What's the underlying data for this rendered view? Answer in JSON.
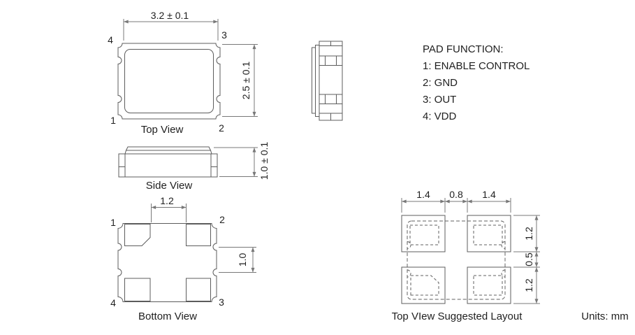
{
  "units_label": "Units: mm",
  "pad_function": {
    "title": "PAD FUNCTION:",
    "items": [
      "1: ENABLE CONTROL",
      "2: GND",
      "3: OUT",
      "4: VDD"
    ]
  },
  "views": {
    "top": {
      "label": "Top View",
      "width_dim": "3.2 ± 0.1",
      "height_dim": "2.5 ± 0.1",
      "pins": {
        "tl": "4",
        "tr": "3",
        "bl": "1",
        "br": "2"
      }
    },
    "side": {
      "label": "Side View",
      "height_dim": "1.0 ± 0.1"
    },
    "bottom": {
      "label": "Bottom View",
      "dim_horizontal": "1.2",
      "dim_vertical": "1.0",
      "pins": {
        "tl": "1",
        "tr": "2",
        "bl": "4",
        "br": "3"
      }
    },
    "layout": {
      "label": "Top VIew Suggested Layout",
      "dims_top": [
        "1.4",
        "0.8",
        "1.4"
      ],
      "dims_right": [
        "1.2",
        "0.5",
        "1.2"
      ]
    }
  },
  "colors": {
    "background": "#ffffff",
    "line": "#5c5c5c",
    "dimension_line": "#787878",
    "text": "#1f1f1f"
  }
}
